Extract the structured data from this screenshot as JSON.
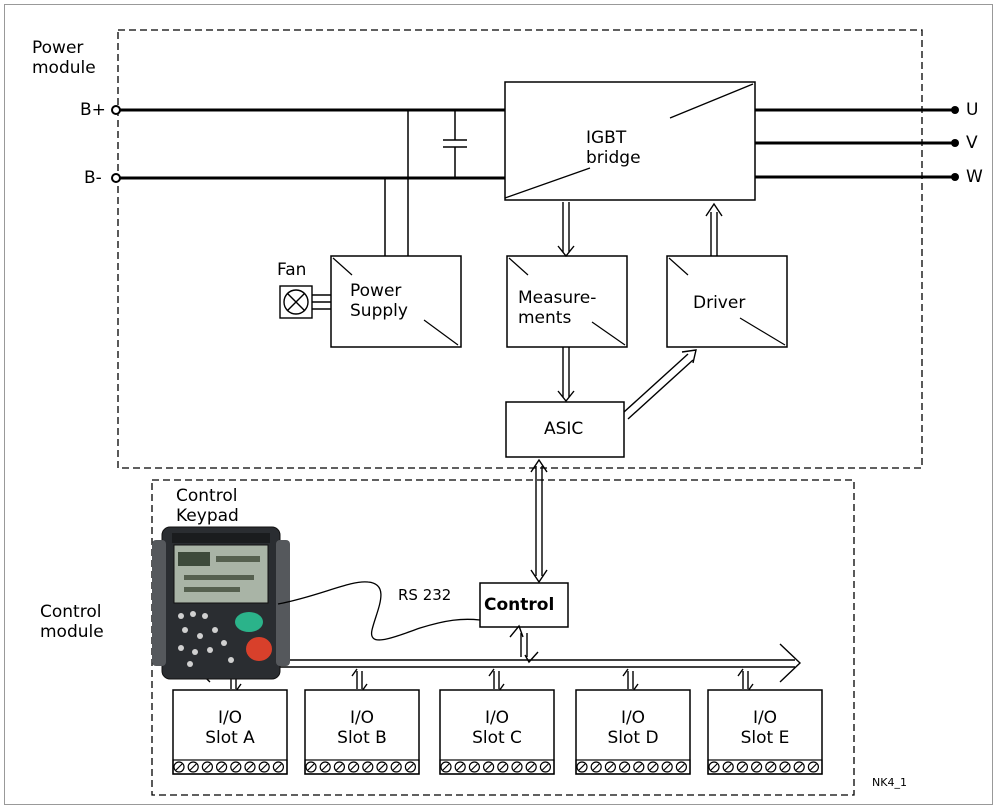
{
  "modules": {
    "power_module_title": [
      "Power",
      "module"
    ],
    "control_module_title": [
      "Control",
      "module"
    ]
  },
  "terminals": {
    "b_plus": "B+",
    "b_minus": "B-",
    "u": "U",
    "v": "V",
    "w": "W"
  },
  "blocks": {
    "igbt": [
      "IGBT",
      "bridge"
    ],
    "fan": "Fan",
    "power_supply": [
      "Power",
      "Supply"
    ],
    "measurements": [
      "Measure-",
      "ments"
    ],
    "driver": "Driver",
    "asic": "ASIC",
    "control": "Control",
    "keypad_title": [
      "Control",
      "Keypad"
    ],
    "rs232": "RS 232"
  },
  "slots": [
    {
      "line1": "I/O",
      "line2": "Slot A"
    },
    {
      "line1": "I/O",
      "line2": "Slot B"
    },
    {
      "line1": "I/O",
      "line2": "Slot C"
    },
    {
      "line1": "I/O",
      "line2": "Slot D"
    },
    {
      "line1": "I/O",
      "line2": "Slot E"
    }
  ],
  "figure_id": "NK4_1"
}
